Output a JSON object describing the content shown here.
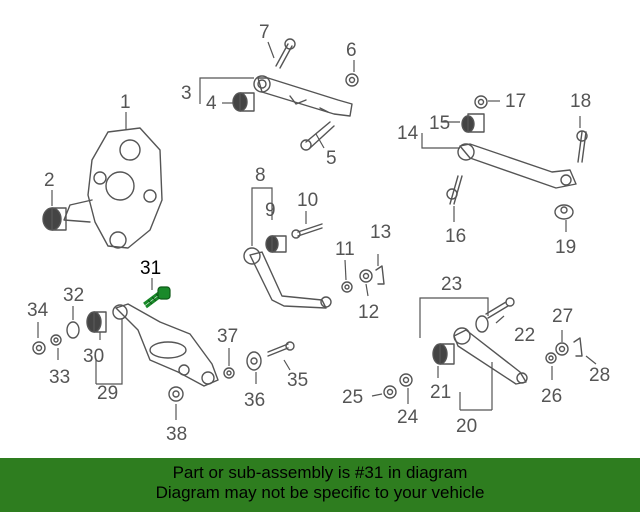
{
  "callouts": [
    "1",
    "2",
    "3",
    "4",
    "5",
    "6",
    "7",
    "8",
    "9",
    "10",
    "11",
    "12",
    "13",
    "14",
    "15",
    "16",
    "17",
    "18",
    "19",
    "20",
    "21",
    "22",
    "23",
    "24",
    "25",
    "26",
    "27",
    "28",
    "29",
    "30",
    "31",
    "32",
    "33",
    "34",
    "35",
    "36",
    "37",
    "38"
  ],
  "highlighted_part": "31",
  "banner": {
    "line1": "Part or sub-assembly is #31 in diagram",
    "line2": "Diagram may not be specific to your vehicle"
  },
  "colors": {
    "banner": "#2e7d1f",
    "highlight_part": "#1a8a2a",
    "line_art": "#555555"
  }
}
